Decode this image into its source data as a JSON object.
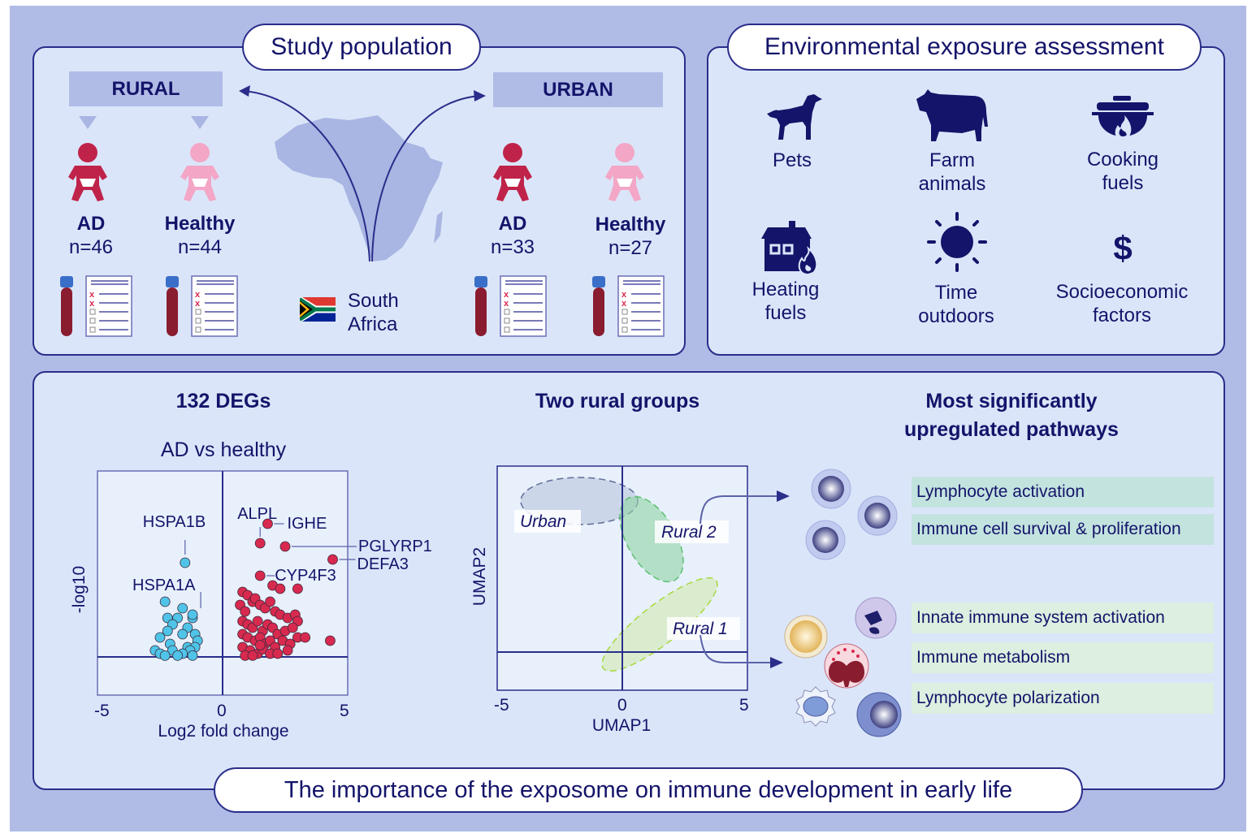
{
  "study_population": {
    "title": "Study population",
    "rural": {
      "label": "RURAL",
      "groups": [
        {
          "label": "AD",
          "n": "n=46",
          "color": "#c0234a"
        },
        {
          "label": "Healthy",
          "n": "n=44",
          "color": "#f3a6c6"
        }
      ]
    },
    "urban": {
      "label": "URBAN",
      "groups": [
        {
          "label": "AD",
          "n": "n=33",
          "color": "#c0234a"
        },
        {
          "label": "Healthy",
          "n": "n=27",
          "color": "#f3a6c6"
        }
      ]
    },
    "country": {
      "line1": "South",
      "line2": "Africa",
      "icon": "south-africa-flag-icon"
    }
  },
  "environment": {
    "title": "Environmental exposure assessment",
    "items": [
      {
        "line1": "Pets",
        "line2": "",
        "icon": "dog-icon"
      },
      {
        "line1": "Farm",
        "line2": "animals",
        "icon": "cow-icon"
      },
      {
        "line1": "Cooking",
        "line2": "fuels",
        "icon": "cooking-pot-fire-icon"
      },
      {
        "line1": "Heating",
        "line2": "fuels",
        "icon": "house-fire-icon"
      },
      {
        "line1": "Time",
        "line2": "outdoors",
        "icon": "sun-icon"
      },
      {
        "line1": "Socioeconomic",
        "line2": "factors",
        "icon": "dollar-icon"
      }
    ]
  },
  "findings": {
    "degs_title": "132 DEGs",
    "groups_title": "Two rural groups",
    "pathways_title_line1": "Most significantly",
    "pathways_title_line2": "upregulated pathways",
    "rural2_pathways": [
      "Lymphocyte activation",
      "Immune cell survival & proliferation"
    ],
    "rural1_pathways": [
      "Innate immune system activation",
      "Immune metabolism",
      "Lymphocyte polarization"
    ]
  },
  "footer": {
    "title": "The importance of the exposome on immune development in early life"
  },
  "colors": {
    "navy": "#14146a",
    "up": "#d8294f",
    "down": "#4fc4e8",
    "panel": "#dbe5f9",
    "bg": "#b0bce6"
  },
  "chart_data": [
    {
      "type": "scatter",
      "title": "AD vs healthy",
      "xlabel": "Log2 fold change",
      "ylabel": "-log10",
      "xlim": [
        -5,
        5
      ],
      "xticks": [
        "-5",
        "0",
        "5"
      ],
      "threshold_y": 0,
      "series": [
        {
          "name": "upregulated",
          "color": "#d8294f",
          "points": [
            [
              0.8,
              1.0
            ],
            [
              1.0,
              0.95
            ],
            [
              1.2,
              0.85
            ],
            [
              0.7,
              0.8
            ],
            [
              0.9,
              0.7
            ],
            [
              1.3,
              0.9
            ],
            [
              1.5,
              0.8
            ],
            [
              1.7,
              0.75
            ],
            [
              1.9,
              0.85
            ],
            [
              2.1,
              0.7
            ],
            [
              2.3,
              0.65
            ],
            [
              2.6,
              0.6
            ],
            [
              2.9,
              0.65
            ],
            [
              3.0,
              0.55
            ],
            [
              0.8,
              0.55
            ],
            [
              1.0,
              0.5
            ],
            [
              1.2,
              0.45
            ],
            [
              1.4,
              0.55
            ],
            [
              1.6,
              0.4
            ],
            [
              1.8,
              0.5
            ],
            [
              2.0,
              0.45
            ],
            [
              2.2,
              0.35
            ],
            [
              2.5,
              0.4
            ],
            [
              2.8,
              0.45
            ],
            [
              0.8,
              0.35
            ],
            [
              1.0,
              0.3
            ],
            [
              1.3,
              0.25
            ],
            [
              1.5,
              0.3
            ],
            [
              1.7,
              0.2
            ],
            [
              1.9,
              0.25
            ],
            [
              2.1,
              0.15
            ],
            [
              2.4,
              0.25
            ],
            [
              2.7,
              0.2
            ],
            [
              3.0,
              0.3
            ],
            [
              0.8,
              0.15
            ],
            [
              1.1,
              0.1
            ],
            [
              1.4,
              0.05
            ],
            [
              1.6,
              0.12
            ],
            [
              1.9,
              0.05
            ],
            [
              2.2,
              0.05
            ],
            [
              2.6,
              0.1
            ],
            [
              0.9,
              0.02
            ],
            [
              1.2,
              0.02
            ],
            [
              1.5,
              0.18
            ],
            [
              3.3,
              0.3
            ],
            [
              4.3,
              0.25
            ],
            [
              2.0,
              1.1
            ],
            [
              2.3,
              1.05
            ],
            [
              3.0,
              1.05
            ],
            [
              1.5,
              1.25,
              "CYP4F3"
            ],
            [
              1.5,
              1.75,
              "ALPL"
            ],
            [
              2.5,
              1.7,
              "PGLYRP1"
            ],
            [
              4.4,
              1.5,
              "DEFA3"
            ],
            [
              1.8,
              2.05,
              "IGHE"
            ]
          ]
        },
        {
          "name": "downregulated",
          "color": "#4fc4e8",
          "points": [
            [
              -2.3,
              0.85
            ],
            [
              -1.6,
              0.75
            ],
            [
              -2.2,
              0.6
            ],
            [
              -1.8,
              0.6
            ],
            [
              -1.2,
              0.6
            ],
            [
              -2.0,
              0.5
            ],
            [
              -1.4,
              0.45
            ],
            [
              -2.2,
              0.4
            ],
            [
              -1.6,
              0.35
            ],
            [
              -1.1,
              0.35
            ],
            [
              -2.5,
              0.3
            ],
            [
              -1.0,
              0.25
            ],
            [
              -2.1,
              0.2
            ],
            [
              -1.4,
              0.15
            ],
            [
              -1.1,
              0.15
            ],
            [
              -2.7,
              0.1
            ],
            [
              -2.0,
              0.1
            ],
            [
              -1.3,
              0.1
            ],
            [
              -1.6,
              0.05
            ],
            [
              -2.5,
              0.05
            ],
            [
              -1.8,
              0.02
            ],
            [
              -2.3,
              0.02
            ],
            [
              -1.2,
              0.02
            ],
            [
              -1.5,
              1.45,
              "HSPA1B"
            ],
            [
              -1.2,
              0.65,
              "HSPA1A"
            ]
          ]
        }
      ]
    },
    {
      "type": "scatter",
      "title": "Two rural groups",
      "xlabel": "UMAP1",
      "ylabel": "UMAP2",
      "xlim": [
        -5,
        5
      ],
      "xticks": [
        "-5",
        "0",
        "5"
      ],
      "clusters": [
        {
          "name": "Urban",
          "color": "#8796b4"
        },
        {
          "name": "Rural 2",
          "color": "#5cbf6e"
        },
        {
          "name": "Rural 1",
          "color": "#a8d840"
        }
      ]
    }
  ]
}
